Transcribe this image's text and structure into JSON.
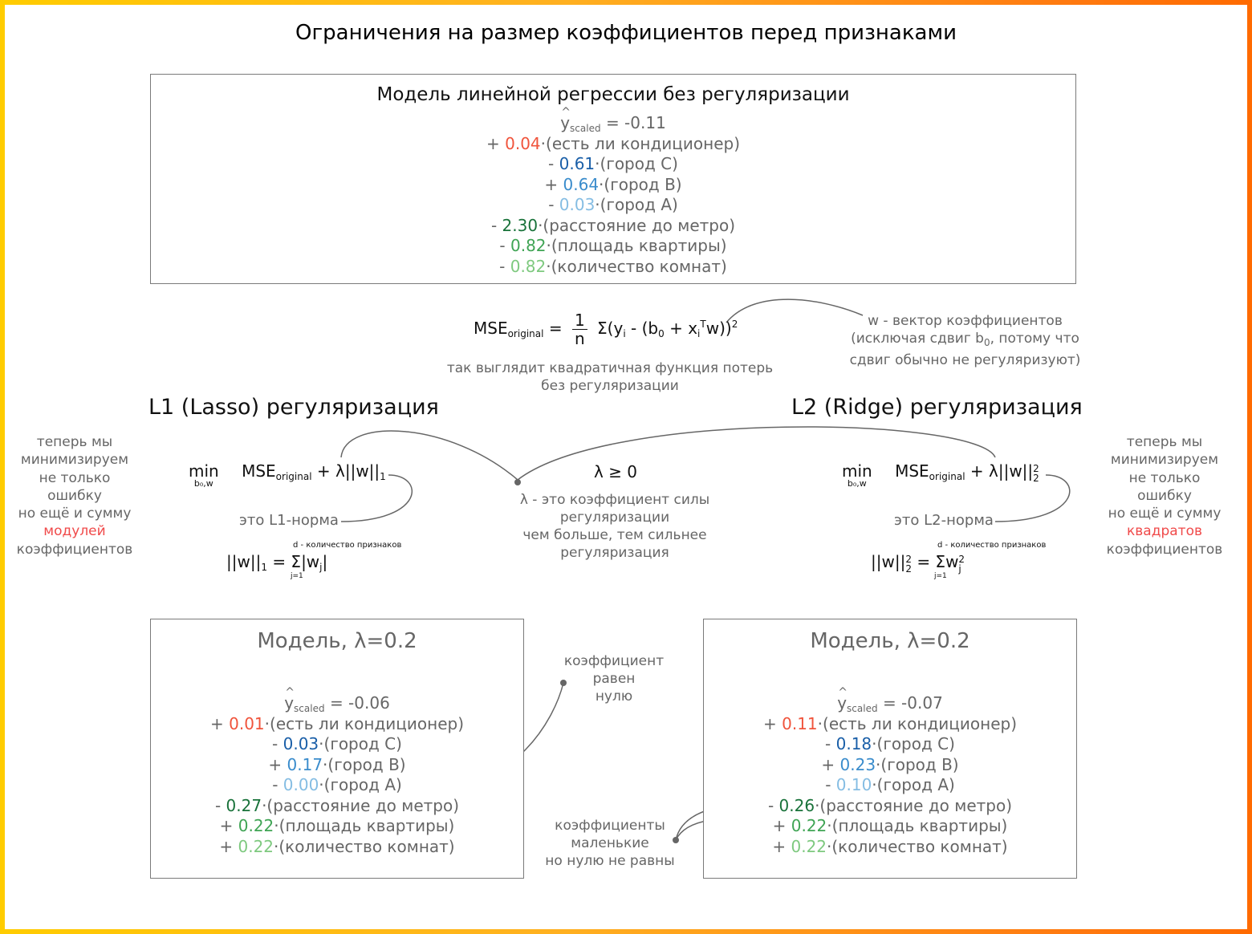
{
  "title": "Ограничения на размер коэффициентов перед признаками",
  "colors": {
    "ac": "#f0543c",
    "city_c": "#1a5fa8",
    "city_b": "#3a8ccc",
    "city_a": "#85bde3",
    "metro": "#19723a",
    "area": "#3fa454",
    "rooms": "#7ec97f",
    "highlight": "#f04a4a",
    "frame_left": "#ffcc00",
    "frame_right": "#ff6a00"
  },
  "base_model": {
    "title": "Модель линейной регрессии без регуляризации",
    "y_label": "y",
    "y_sub": "scaled",
    "intercept": "= -0.11",
    "terms": [
      {
        "sign": "+",
        "value": "0.04",
        "feature": "·(есть ли кондиционер)"
      },
      {
        "sign": "-",
        "value": "0.61",
        "feature": "·(город C)"
      },
      {
        "sign": "+",
        "value": "0.64",
        "feature": "·(город B)"
      },
      {
        "sign": "-",
        "value": "0.03",
        "feature": "·(город A)"
      },
      {
        "sign": "-",
        "value": "2.30",
        "feature": "·(расстояние до метро)"
      },
      {
        "sign": "-",
        "value": "0.82",
        "feature": "·(площадь квартиры)"
      },
      {
        "sign": "-",
        "value": "0.82",
        "feature": "·(количество комнат)"
      }
    ]
  },
  "mse": {
    "lhs": "MSE",
    "lhs_sub": "original",
    "eq": "=",
    "frac_num": "1",
    "frac_den": "n",
    "body_a": "Σ(y",
    "body_i": "i",
    "body_b": " - (b",
    "body_0": "0",
    "body_c": " + x",
    "body_i2": "i",
    "body_T": "T",
    "body_d": "w))",
    "body_2": "2",
    "caption_1": "так выглядит квадратичная функция потерь",
    "caption_2": "без регуляризации",
    "w_note_1": "w - вектор коэффициентов",
    "w_note_2a": "(исключая сдвиг b",
    "w_note_2sub": "0",
    "w_note_2b": ", потому что",
    "w_note_3": "сдвиг обычно не регуляризуют)"
  },
  "lasso": {
    "title": "L1 (Lasso) регуляризация",
    "min": "min",
    "min_sub": "b₀,w",
    "objective_a": "MSE",
    "objective_sub": "original",
    "objective_b": " + λ||w||",
    "objective_norm_sub": "1",
    "norm_note": "это L1-норма",
    "d_note": "d - количество признаков",
    "norm_lhs": "||w||",
    "norm_lhs_sub": "1",
    "norm_rhs": "= Σ|w",
    "norm_rhs_sub": "j",
    "norm_rhs_end": "|",
    "sum_index": "j=1",
    "side_lines": [
      "теперь мы",
      "минимизируем",
      "не только",
      "ошибку",
      "но ещё и сумму"
    ],
    "side_highlight": "модулей",
    "side_last": "коэффициентов"
  },
  "ridge": {
    "title": "L2 (Ridge) регуляризация",
    "min": "min",
    "min_sub": "b₀,w",
    "objective_a": "MSE",
    "objective_sub": "original",
    "objective_b": " + λ||w||",
    "objective_norm_sub": "2",
    "objective_norm_sup": "2",
    "norm_note": "это L2-норма",
    "d_note": "d - количество признаков",
    "norm_lhs": "||w||",
    "norm_lhs_sub": "2",
    "norm_lhs_sup": "2",
    "norm_rhs": "= Σw",
    "norm_rhs_sub": "j",
    "norm_rhs_sup": "2",
    "sum_index": "j=1",
    "side_lines": [
      "теперь мы",
      "минимизируем",
      "не только",
      "ошибку",
      "но ещё и сумму"
    ],
    "side_highlight": "квадратов",
    "side_last": "коэффициентов"
  },
  "lambda": {
    "constraint": "λ ≥ 0",
    "note": [
      "λ - это коэффициент силы",
      "регуляризации",
      "чем больше, тем сильнее",
      "регуляризация"
    ]
  },
  "lasso_model": {
    "title": "Модель, λ=0.2",
    "y_label": "y",
    "y_sub": "scaled",
    "intercept": "= -0.06",
    "terms": [
      {
        "sign": "+",
        "value": "0.01",
        "feature": "·(есть ли кондиционер)"
      },
      {
        "sign": "-",
        "value": "0.03",
        "feature": "·(город C)"
      },
      {
        "sign": "+",
        "value": "0.17",
        "feature": "·(город B)"
      },
      {
        "sign": "-",
        "value": "0.00",
        "feature": "·(город A)"
      },
      {
        "sign": "-",
        "value": "0.27",
        "feature": "·(расстояние до метро)"
      },
      {
        "sign": "+",
        "value": "0.22",
        "feature": "·(площадь квартиры)"
      },
      {
        "sign": "+",
        "value": "0.22",
        "feature": "·(количество комнат)"
      }
    ]
  },
  "ridge_model": {
    "title": "Модель, λ=0.2",
    "y_label": "y",
    "y_sub": "scaled",
    "intercept": "= -0.07",
    "terms": [
      {
        "sign": "+",
        "value": "0.11",
        "feature": "·(есть ли кондиционер)"
      },
      {
        "sign": "-",
        "value": "0.18",
        "feature": "·(город C)"
      },
      {
        "sign": "+",
        "value": "0.23",
        "feature": "·(город B)"
      },
      {
        "sign": "-",
        "value": "0.10",
        "feature": "·(город A)"
      },
      {
        "sign": "-",
        "value": "0.26",
        "feature": "·(расстояние до метро)"
      },
      {
        "sign": "+",
        "value": "0.22",
        "feature": "·(площадь квартиры)"
      },
      {
        "sign": "+",
        "value": "0.22",
        "feature": "·(количество комнат)"
      }
    ]
  },
  "annotations": {
    "zero_coef": [
      "коэффициент",
      "равен",
      "нулю"
    ],
    "small_coef": [
      "коэффициенты",
      "маленькие",
      "но нулю не равны"
    ]
  }
}
